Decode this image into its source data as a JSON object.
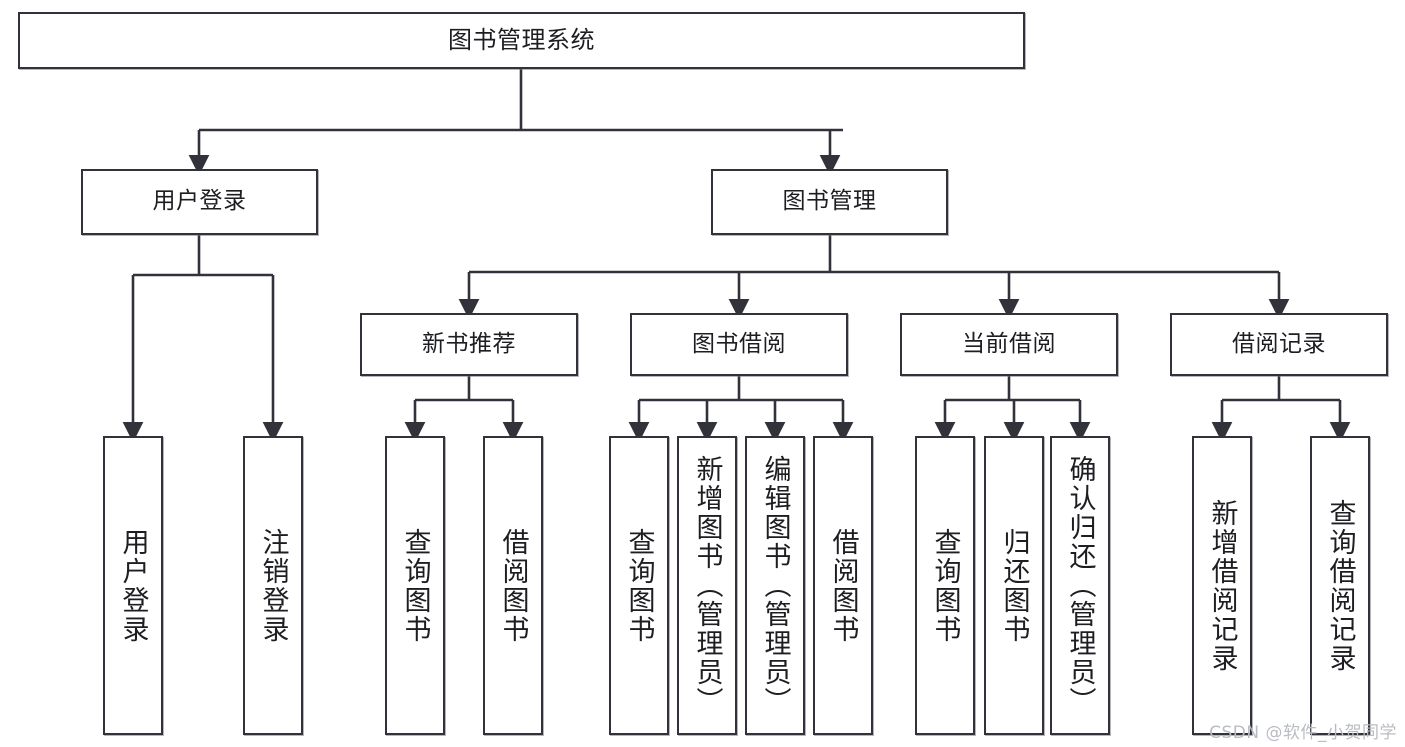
{
  "diagram": {
    "title": "图书管理系统",
    "type": "tree",
    "watermark": "CSDN @软件_小贺同学",
    "colors": {
      "box_border": "#32323a",
      "box_fill": "#ffffff",
      "edge": "#32323a",
      "text": "#1d1d22",
      "watermark": "#b9bcc2"
    },
    "root": {
      "label": "图书管理系统"
    },
    "level2": [
      {
        "label": "用户登录"
      },
      {
        "label": "图书管理"
      }
    ],
    "level3": [
      {
        "label": "新书推荐"
      },
      {
        "label": "图书借阅"
      },
      {
        "label": "当前借阅"
      },
      {
        "label": "借阅记录"
      }
    ],
    "leaves": {
      "user_login": [
        {
          "label": "用户登录"
        },
        {
          "label": "注销登录"
        }
      ],
      "new_book_recommend": [
        {
          "label": "查询图书"
        },
        {
          "label": "借阅图书"
        }
      ],
      "book_borrow": [
        {
          "label": "查询图书"
        },
        {
          "label": "新增图书（管理员）"
        },
        {
          "label": "编辑图书（管理员）"
        },
        {
          "label": "借阅图书"
        }
      ],
      "current_borrow": [
        {
          "label": "查询图书"
        },
        {
          "label": "归还图书"
        },
        {
          "label": "确认归还（管理员）"
        }
      ],
      "borrow_record": [
        {
          "label": "新增借阅记录"
        },
        {
          "label": "查询借阅记录"
        }
      ]
    }
  }
}
